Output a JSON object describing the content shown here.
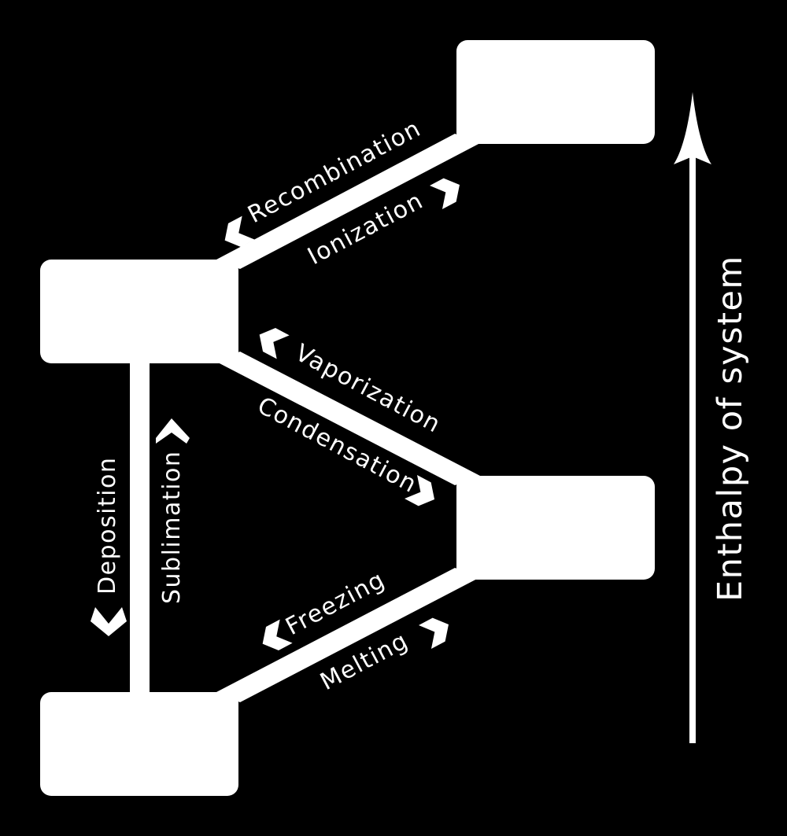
{
  "colors": {
    "background": "#000000",
    "foreground": "#ffffff"
  },
  "phase_boxes": [
    {
      "id": "plasma",
      "label": ""
    },
    {
      "id": "gas",
      "label": ""
    },
    {
      "id": "liquid",
      "label": ""
    },
    {
      "id": "solid",
      "label": ""
    }
  ],
  "transitions": {
    "recombination": "Recombination",
    "ionization": "Ionization",
    "vaporization": "Vaporization",
    "condensation": "Condensation",
    "freezing": "Freezing",
    "melting": "Melting",
    "deposition": "Deposition",
    "sublimation": "Sublimation"
  },
  "axis": {
    "label": "Enthalpy of system",
    "arrow_icon": "up-arrow-icon"
  },
  "icons": {
    "forward": "chevron-right-icon",
    "backward": "chevron-left-icon"
  }
}
